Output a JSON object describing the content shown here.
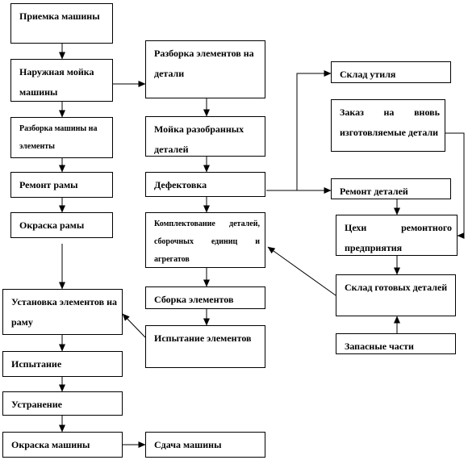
{
  "diagram": {
    "boxes": [
      {
        "id": "priemka",
        "label": "Приемка машины"
      },
      {
        "id": "naruzh",
        "label": "Наружная мойка машины"
      },
      {
        "id": "razbor_mash",
        "label": "Разборка машины на элементы"
      },
      {
        "id": "remont_ramy",
        "label": "Ремонт рамы"
      },
      {
        "id": "okraska_ramy",
        "label": "Окраска рамы"
      },
      {
        "id": "ustanovka",
        "label": "Установка элементов на раму"
      },
      {
        "id": "ispyt",
        "label": "Испытание"
      },
      {
        "id": "ustran",
        "label": "Устранение"
      },
      {
        "id": "okraska_mash",
        "label": "Окраска машины"
      },
      {
        "id": "sdacha",
        "label": "Сдача машины"
      },
      {
        "id": "razbor_el",
        "label": "Разборка элементов на детали"
      },
      {
        "id": "moika_det",
        "label": "Мойка разобранных деталей"
      },
      {
        "id": "defekt",
        "label": "Дефектовка"
      },
      {
        "id": "komplekt",
        "label": "Комплектование деталей, сборочных единиц и агрегатов"
      },
      {
        "id": "sborka",
        "label": "Сборка элементов"
      },
      {
        "id": "ispyt_el",
        "label": "Испытание элементов"
      },
      {
        "id": "sklad_util",
        "label": "Склад утиля"
      },
      {
        "id": "zakaz",
        "label": "Заказ на вновь изготовляемые детали"
      },
      {
        "id": "remont_det",
        "label": "Ремонт деталей"
      },
      {
        "id": "tsekhi",
        "label": "Цехи ремонтного предприятия"
      },
      {
        "id": "sklad_got",
        "label": "Склад готовых деталей"
      },
      {
        "id": "zapchasti",
        "label": "Запасные части"
      }
    ]
  }
}
